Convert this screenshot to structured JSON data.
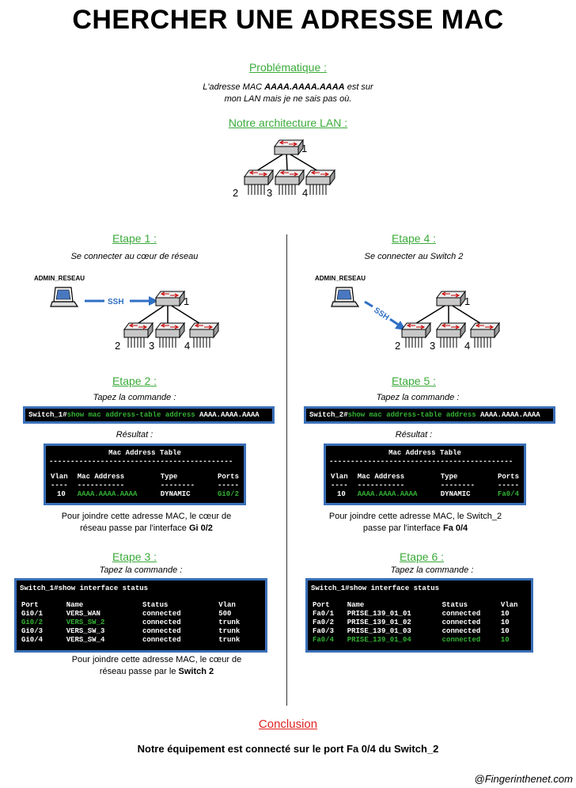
{
  "title": "CHERCHER UNE ADRESSE MAC",
  "problem": {
    "heading": "Problématique :",
    "line1_pre": "L'adresse MAC ",
    "line1_mac": "AAAA.AAAA.AAAA",
    "line1_post": " est sur",
    "line2": "mon LAN mais je ne sais pas où."
  },
  "architecture": {
    "heading": "Notre architecture LAN :",
    "labels": [
      "1",
      "2",
      "3",
      "4"
    ]
  },
  "step1": {
    "heading": "Etape 1 :",
    "subtitle": "Se connecter au cœur de réseau",
    "admin": "ADMIN_RESEAU",
    "ssh": "SSH",
    "labels": [
      "1",
      "2",
      "3",
      "4"
    ]
  },
  "step4": {
    "heading": "Etape 4 :",
    "subtitle": "Se connecter au Switch 2",
    "admin": "ADMIN_RESEAU",
    "ssh": "SSH",
    "labels": [
      "1",
      "2",
      "3",
      "4"
    ]
  },
  "step2": {
    "heading": "Etape 2 :",
    "instruction": "Tapez la commande :",
    "prompt": "Switch_1#",
    "command": "show mac address-table address",
    "argument": " AAAA.AAAA.AAAA",
    "result_label": "Résultat :",
    "table": {
      "title": "Mac Address Table",
      "rule": "-------------------------------------------",
      "headers": [
        "Vlan",
        "Mac Address",
        "Type",
        "Ports"
      ],
      "dashes": [
        "----",
        "-----------",
        "--------",
        "-----"
      ],
      "row": [
        "10",
        "AAAA.AAAA.AAAA",
        "DYNAMIC",
        "Gi0/2"
      ]
    },
    "conclusion_line1": "Pour joindre cette adresse MAC, le cœur de",
    "conclusion_line2_pre": "réseau passe par l'interface ",
    "conclusion_line2_bold": "Gi 0/2"
  },
  "step5": {
    "heading": "Etape 5 :",
    "instruction": "Tapez la commande :",
    "prompt": "Switch_2#",
    "command": "show mac address-table address",
    "argument": " AAAA.AAAA.AAAA",
    "result_label": "Résultat :",
    "table": {
      "title": "Mac Address Table",
      "rule": "-------------------------------------------",
      "headers": [
        "Vlan",
        "Mac Address",
        "Type",
        "Ports"
      ],
      "dashes": [
        "----",
        "-----------",
        "--------",
        "-----"
      ],
      "row": [
        "10",
        "AAAA.AAAA.AAAA",
        "DYNAMIC",
        "Fa0/4"
      ]
    },
    "conclusion_line1": "Pour joindre cette adresse MAC, le Switch_2",
    "conclusion_line2_pre": "passe par l'interface ",
    "conclusion_line2_bold": "Fa 0/4"
  },
  "step3": {
    "heading": "Etape 3 :",
    "instruction": "Tapez la commande :",
    "command_line": "Switch_1#show interface status",
    "headers": [
      "Port",
      "Name",
      "Status",
      "Vlan"
    ],
    "rows": [
      [
        "Gi0/1",
        "VERS_WAN",
        "connected",
        "500"
      ],
      [
        "Gi0/2",
        "VERS_SW_2",
        "connected",
        "trunk"
      ],
      [
        "Gi0/3",
        "VERS_SW_3",
        "connected",
        "trunk"
      ],
      [
        "Gi0/4",
        "VERS_SW_4",
        "connected",
        "trunk"
      ]
    ],
    "conclusion_line1": "Pour joindre cette adresse MAC, le cœur de",
    "conclusion_line2_pre": "réseau passe par le ",
    "conclusion_line2_bold": "Switch 2"
  },
  "step6": {
    "heading": "Etape 6 :",
    "instruction": "Tapez la commande :",
    "command_line": "Switch_1#show interface status",
    "headers": [
      "Port",
      "Name",
      "Status",
      "Vlan"
    ],
    "rows": [
      [
        "Fa0/1",
        "PRISE_139_01_01",
        "connected",
        "10"
      ],
      [
        "Fa0/2",
        "PRISE_139_01_02",
        "connected",
        "10"
      ],
      [
        "Fa0/3",
        "PRISE_139_01_03",
        "connected",
        "10"
      ],
      [
        "Fa0/4",
        "PRISE_139_01_04",
        "connected",
        "10"
      ]
    ]
  },
  "conclusion": {
    "heading": "Conclusion",
    "text": "Notre équipement est connecté sur le port Fa 0/4 du Switch_2"
  },
  "credit": "@Fingerinthenet.com",
  "colors": {
    "green": "#3aaa3a",
    "red": "#e02020",
    "terminal_border": "#3a6fb8",
    "arrow_blue": "#2f6fc4"
  }
}
